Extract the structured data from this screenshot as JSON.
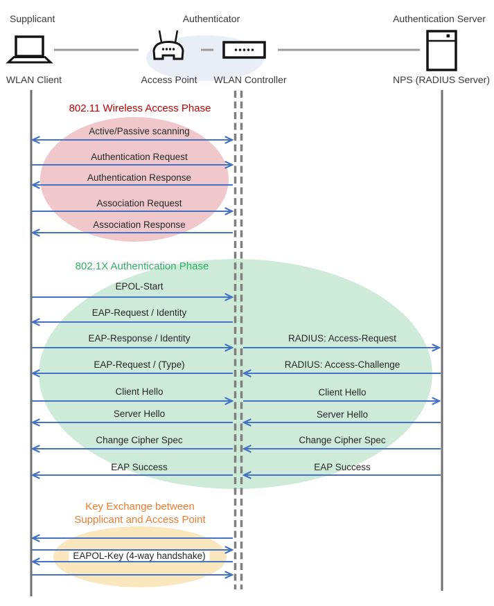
{
  "header": {
    "roles": {
      "supplicant": "Supplicant",
      "authenticator": "Authenticator",
      "authentication_server": "Authentication Server"
    },
    "nodes": {
      "wlan_client": "WLAN Client",
      "access_point": "Access Point",
      "wlan_controller": "WLAN Controller",
      "radius_server": "NPS (RADIUS Server)"
    }
  },
  "phases": [
    {
      "title": "802.11 Wireless Access Phase",
      "title_color": "#C00000",
      "ellipse_color": "#F0C8CB"
    },
    {
      "title": "802.1X Authentication Phase",
      "title_color": "#2EB160",
      "ellipse_color": "#CEEBDA"
    },
    {
      "title_lines": [
        "Key Exchange between",
        "Supplicant and Access Point"
      ],
      "title_color": "#ED7D31",
      "ellipse_color": "#FBE7BD"
    }
  ],
  "messages": {
    "supplicant_to_controller": [
      {
        "label": "Active/Passive scanning",
        "direction": "both"
      },
      {
        "label": "Authentication Request",
        "direction": "right"
      },
      {
        "label": "Authentication Response",
        "direction": "left"
      },
      {
        "label": "Association Request",
        "direction": "right"
      },
      {
        "label": "Association Response",
        "direction": "left"
      },
      {
        "label": "EPOL-Start",
        "direction": "right"
      },
      {
        "label": "EAP-Request / Identity",
        "direction": "left"
      },
      {
        "label": "EAP-Response / Identity",
        "direction": "right"
      },
      {
        "label": "EAP-Request / (Type)",
        "direction": "left"
      },
      {
        "label": "Client Hello",
        "direction": "right"
      },
      {
        "label": "Server Hello",
        "direction": "left"
      },
      {
        "label": "Change Cipher Spec",
        "direction": "left"
      },
      {
        "label": "EAP Success",
        "direction": "left"
      },
      {
        "label": "EAPOL-Key (4-way handshake)",
        "direction": "left,right,left,right"
      }
    ],
    "controller_to_server": [
      {
        "label": "RADIUS: Access-Request",
        "direction": "right"
      },
      {
        "label": "RADIUS: Access-Challenge",
        "direction": "left"
      },
      {
        "label": "Client Hello",
        "direction": "right"
      },
      {
        "label": "Server Hello",
        "direction": "left"
      },
      {
        "label": "Change Cipher Spec",
        "direction": "left"
      },
      {
        "label": "EAP Success",
        "direction": "left"
      }
    ]
  },
  "colors": {
    "arrow": "#4472C4",
    "lifeline": "#6F6F6F",
    "dashed_lifeline": "#7F7F7F",
    "header_connector": "#9B9B9B",
    "authenticator_ellipse": "#E9EDF6"
  }
}
